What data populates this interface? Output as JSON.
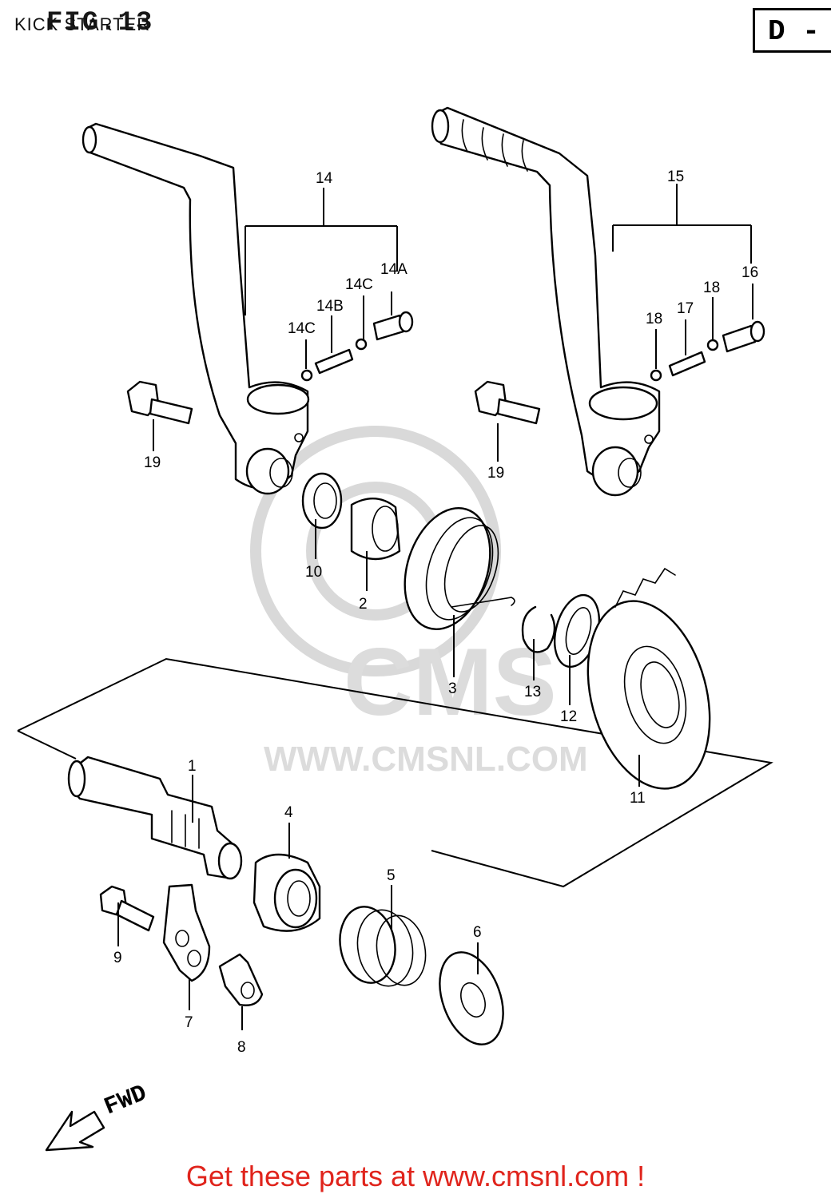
{
  "header": {
    "title": "KICK STARTER",
    "figure": "FIG.13",
    "page_code": "D -"
  },
  "watermark": {
    "brand": "CMS",
    "url": "WWW.CMSNL.COM"
  },
  "direction": {
    "label": "FWD"
  },
  "footer": {
    "text": "Get these parts at www.cmsnl.com !",
    "color": "#e0241c"
  },
  "callouts": {
    "c1": "1",
    "c2": "2",
    "c3": "3",
    "c4": "4",
    "c5": "5",
    "c6": "6",
    "c7": "7",
    "c8": "8",
    "c9": "9",
    "c10": "10",
    "c11": "11",
    "c12": "12",
    "c13": "13",
    "c14": "14",
    "c14A": "14A",
    "c14B": "14B",
    "c14C_a": "14C",
    "c14C_b": "14C",
    "c15": "15",
    "c16": "16",
    "c17": "17",
    "c18_a": "18",
    "c18_b": "18",
    "c19_a": "19",
    "c19_b": "19"
  }
}
